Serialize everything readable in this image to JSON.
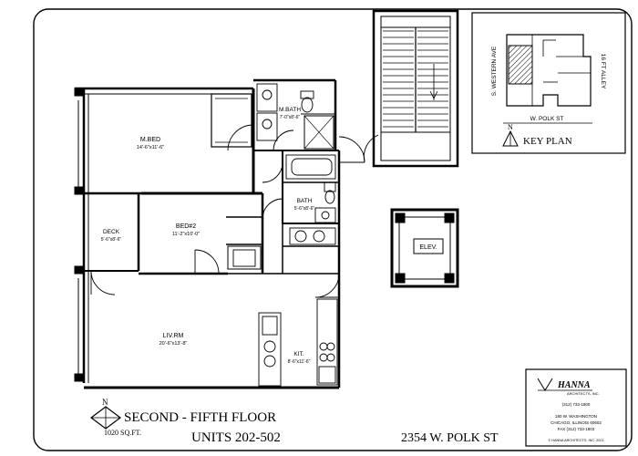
{
  "rooms": {
    "mbed": {
      "name": "M.BED",
      "dims": "14'-6\"x11'-6\""
    },
    "mbath": {
      "name": "M.BATH",
      "dims": "7'-0\"x8'-6\""
    },
    "bed2": {
      "name": "BED#2",
      "dims": "11'-2\"x10'-0\""
    },
    "bath": {
      "name": "BATH",
      "dims": "5'-6\"x8'-6\""
    },
    "deck": {
      "name": "DECK",
      "dims": "5'-6\"x8'-6\""
    },
    "livrm": {
      "name": "LIV.RM",
      "dims": "20'-6\"x13'-8\""
    },
    "kit": {
      "name": "KIT.",
      "dims": "8'-6\"x11'-6\""
    },
    "elev": {
      "name": "ELEV."
    }
  },
  "key_plan": {
    "title": "KEY PLAN",
    "north": "N",
    "street_west": "S. WESTERN AVE",
    "street_east": "16 FT ALLEY",
    "street_south": "W. POLK ST"
  },
  "title_block": {
    "north": "N",
    "floor_title": "SECOND - FIFTH FLOOR",
    "area": "1020 SQ.FT.",
    "units": "UNITS 202-502",
    "address": "2354 W. POLK ST"
  },
  "architect": {
    "name": "HANNA",
    "subtitle": "ARCHITECTS, INC.",
    "phone": "(312) 733-1800",
    "address1": "180 W. WASHINGTON",
    "address2": "CHICAGO, ILLINOIS 60602",
    "fax": "FAX (312) 733-1803",
    "copyright": "© HANNA ARCHITECTS, INC. 2021"
  }
}
